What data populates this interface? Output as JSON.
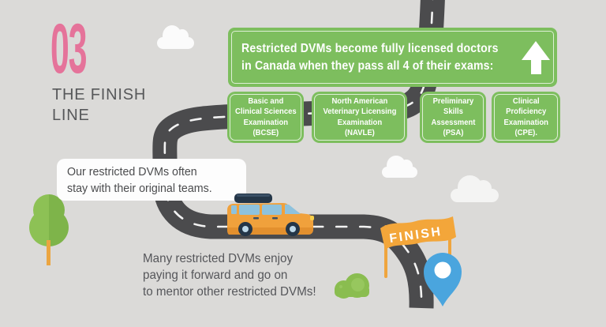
{
  "step": {
    "number": "03",
    "title": "THE FINISH\nLINE"
  },
  "banner": {
    "text": "Restricted DVMs become fully licensed doctors\nin Canada when they pass all 4 of their exams:"
  },
  "exams": [
    {
      "label": "Basic and\nClinical Sciences\nExamination\n(BCSE)"
    },
    {
      "label": "North American\nVeterinary Licensing\nExamination\n(NAVLE)"
    },
    {
      "label": "Preliminary\nSkills\nAssessment\n(PSA)"
    },
    {
      "label": "Clinical\nProficiency\nExamination\n(CPE)."
    }
  ],
  "speech_note": {
    "text": "Our restricted DVMs often\nstay with their original teams."
  },
  "mentor_note": {
    "text": "Many restricted DVMs enjoy\npaying it forward and go on\nto mentor other restricted DVMs!"
  },
  "finish": {
    "flag_label": "FINISH"
  },
  "icons": {
    "arrow": "arrow-up-icon",
    "pin": "map-pin-icon",
    "flag": "finish-flag",
    "car": "car-icon",
    "tree": "tree-icon",
    "bush": "bush-icon",
    "clouds": "cloud-icon",
    "road": "road-graphic"
  },
  "colors": {
    "background": "#dbdad8",
    "pink": "#e5739a",
    "green": "#7dbe5e",
    "road_gray": "#4b4b4d",
    "car_orange": "#f0a13c",
    "flag_orange": "#f3a63a",
    "pin_blue": "#4aa5de",
    "text_gray": "#57585a"
  }
}
